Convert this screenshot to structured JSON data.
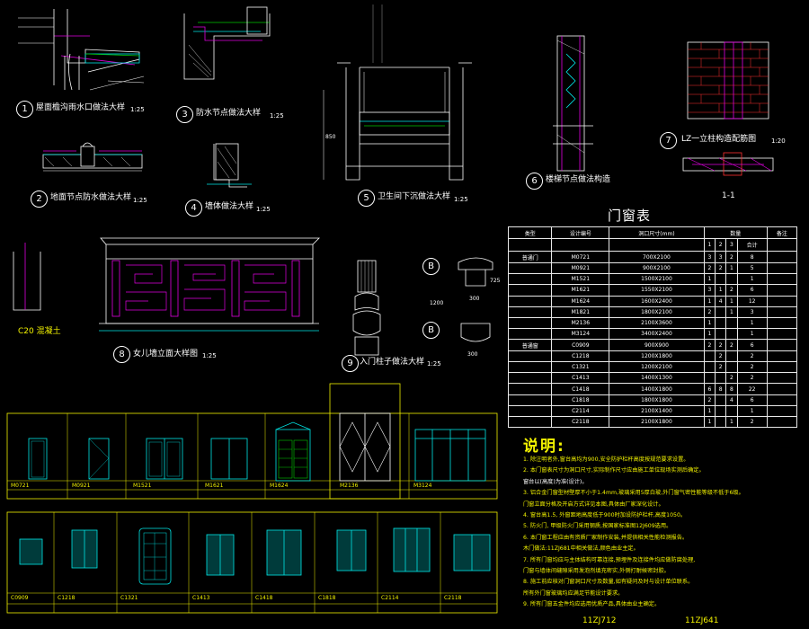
{
  "details": [
    {
      "num": "1",
      "title": "屋面檐沟雨水口做法大样",
      "scale": "1:25"
    },
    {
      "num": "2",
      "title": "地面节点防水做法大样",
      "scale": "1:25"
    },
    {
      "num": "3",
      "title": "防水节点做法大样",
      "scale": "1:25"
    },
    {
      "num": "4",
      "title": "墙体做法大样",
      "scale": "1:25"
    },
    {
      "num": "5",
      "title": "卫生间下沉做法大样",
      "scale": "1:25"
    },
    {
      "num": "6",
      "title": "楼梯节点做法构造",
      "scale": ""
    },
    {
      "num": "7",
      "title": "LZ一立柱构造配筋图",
      "scale": "1:20"
    },
    {
      "num": "8",
      "title": "女儿墙立面大样图",
      "scale": "1:25"
    },
    {
      "num": "9",
      "title": "入门柱子做法大样",
      "scale": "1:25"
    }
  ],
  "labels": {
    "section_1_1": "1-1",
    "section_b": "B",
    "c20_label": "C20 混凝土",
    "dim_1200": "1200",
    "dim_850": "850",
    "dim_300": "300",
    "dim_300b": "300",
    "dim_725": "725"
  },
  "door_table": {
    "title": "门窗表",
    "header1": [
      "类型",
      "设计编号",
      "洞口尺寸(mm)",
      "数量",
      "",
      "",
      "",
      "备注"
    ],
    "header2": [
      "",
      "",
      "",
      "1",
      "2",
      "3",
      "合计",
      ""
    ],
    "group_doors": "普通门",
    "group_windows": "普通窗",
    "rows": [
      [
        "M0721",
        "700X2100",
        "3",
        "3",
        "2",
        "8"
      ],
      [
        "M0921",
        "900X2100",
        "2",
        "2",
        "1",
        "5"
      ],
      [
        "M1521",
        "1500X2100",
        "1",
        "",
        "",
        "1"
      ],
      [
        "M1621",
        "1550X2100",
        "3",
        "1",
        "2",
        "6"
      ],
      [
        "M1624",
        "1600X2400",
        "1",
        "4",
        "1",
        "12"
      ],
      [
        "M1821",
        "1800X2100",
        "2",
        "",
        "1",
        "3"
      ],
      [
        "M2136",
        "2100X3600",
        "1",
        "",
        "",
        "1"
      ],
      [
        "M3124",
        "3400X2400",
        "1",
        "",
        "",
        "1"
      ],
      [
        "C0909",
        "900X900",
        "2",
        "2",
        "2",
        "6"
      ],
      [
        "C1218",
        "1200X1800",
        "",
        "2",
        "",
        "2"
      ],
      [
        "C1321",
        "1200X2100",
        "",
        "2",
        "",
        "2"
      ],
      [
        "C1413",
        "1400X1300",
        "",
        "",
        "2",
        "2"
      ],
      [
        "C1418",
        "1400X1800",
        "6",
        "8",
        "8",
        "22"
      ],
      [
        "C1818",
        "1800X1800",
        "2",
        "",
        "4",
        "6"
      ],
      [
        "C2114",
        "2100X1400",
        "1",
        "",
        "",
        "1"
      ],
      [
        "C2118",
        "2100X1800",
        "1",
        "",
        "1",
        "2"
      ]
    ]
  },
  "notes": {
    "title": "说明:",
    "lines": [
      "1. 除注明者外,窗台高均为900,安全防护栏杆高度按规范要求设置。",
      "2. 本门窗表尺寸为洞口尺寸,实际制作尺寸应由施工单位现场实测后确定。",
      "    窗台以(高度)为准(设计)。",
      "3. 铝合金门窗型材壁厚不小于1.4mm,玻璃采用5厚白玻,外门窗气密性能等级不低于6级。",
      "   门窗立面分格及开启方式详见本图,具体由厂家深化设计。",
      "4. 窗台高1.5,   外窗距地高度低于900时加设防护栏杆,高度1050。",
      "5. 防火门,   甲级防火门采用钢质,按国家标准图12J609选用。",
      "6. 本门窗工程应由有资质厂家制作安装,并提供相关性能检测报告。",
      "    木门做法:11ZJ681中相关做法,颜色由业主定。",
      "7. 所有门窗均应与主体结构可靠连接,预埋件及连接件均应做防腐处理,",
      "   门窗与墙体间缝隙采用发泡剂填充密实,外侧打耐候密封胶。",
      "8. 施工前应核对门窗洞口尺寸及数量,如有疑问及时与设计单位联系。",
      "   所有外门窗玻璃均应满足节能设计要求。",
      "9. 所有门窗五金件均应选用优质产品,具体由业主确定。"
    ],
    "refs": [
      "11ZJ712",
      "11ZJ641"
    ]
  },
  "window_codes": [
    "M0721",
    "M0921",
    "M1521",
    "M1621",
    "M1624",
    "M2136",
    "M3124",
    "C0909",
    "C1218",
    "C1321",
    "C1413",
    "C1418",
    "C1818",
    "C2114",
    "C2118"
  ],
  "colors": {
    "background": "#000000",
    "line": "#ffffff",
    "accent_yellow": "#f2f200",
    "accent_cyan": "#00e5e5",
    "accent_magenta": "#e000e0",
    "accent_green": "#00c800",
    "accent_red": "#ff3030"
  }
}
